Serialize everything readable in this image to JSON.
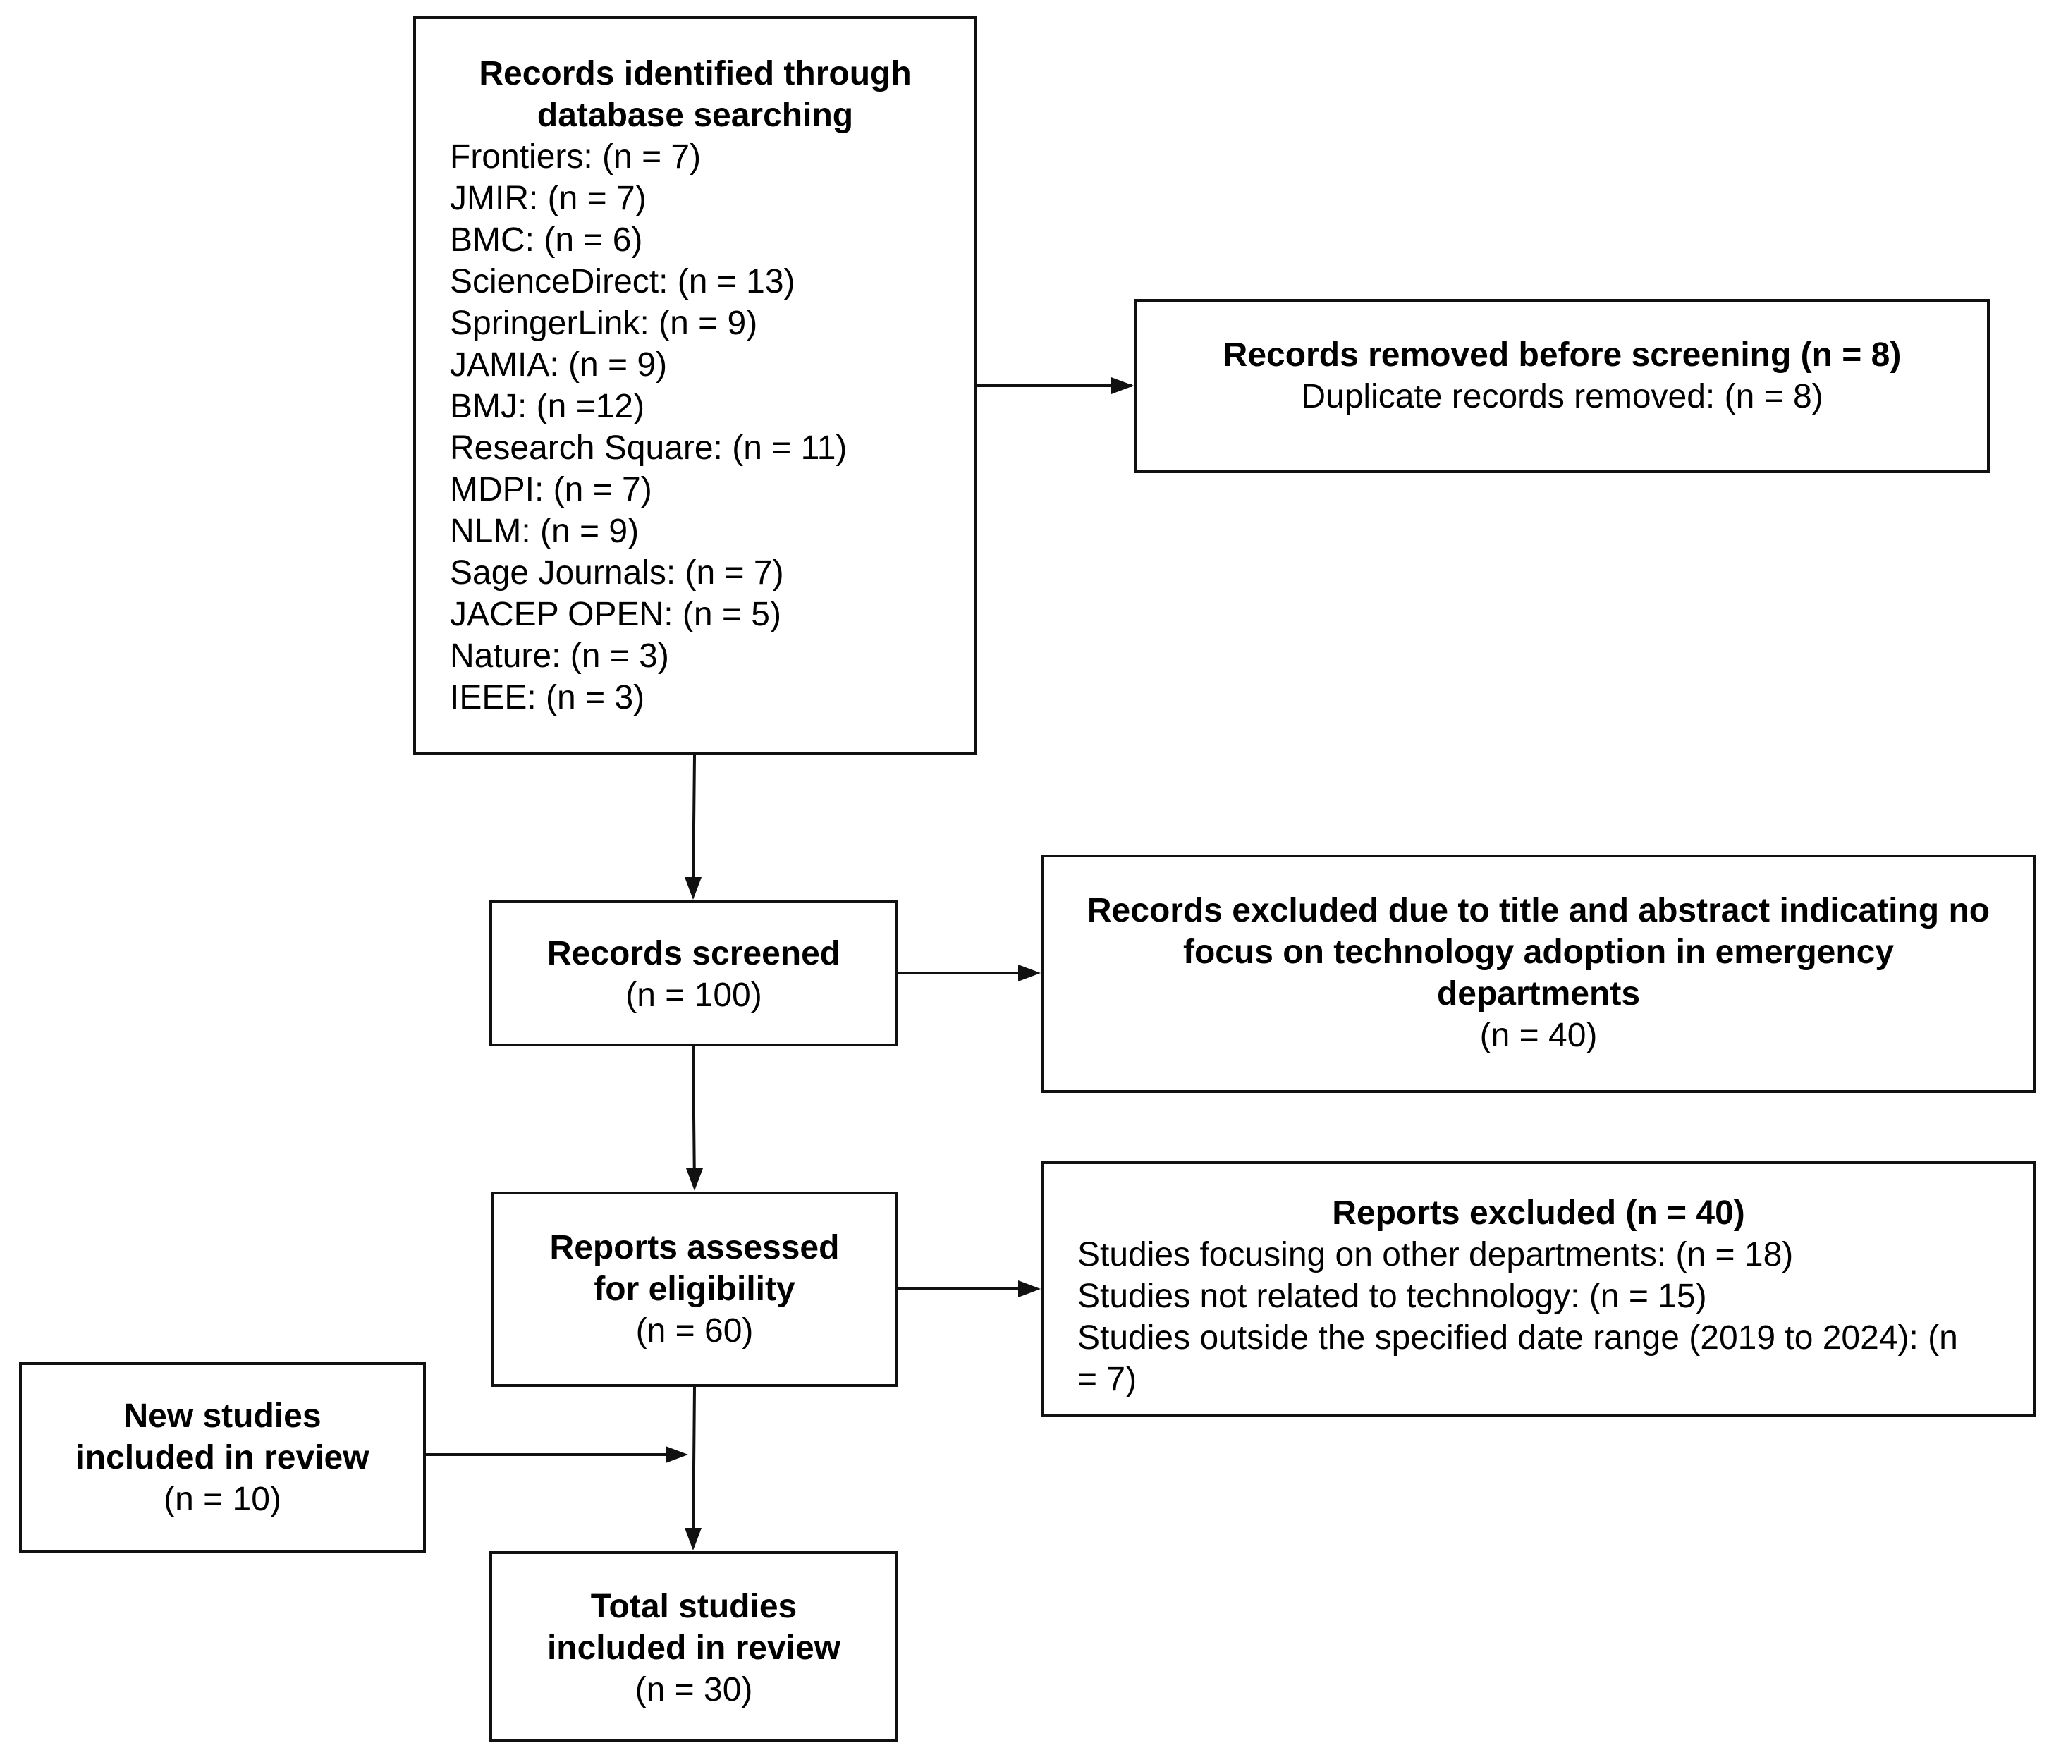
{
  "records_identified": {
    "title_lines": [
      "Records identified through",
      "database searching"
    ],
    "sources": [
      "Frontiers: (n = 7)",
      "JMIR: (n = 7)",
      "BMC: (n = 6)",
      "ScienceDirect: (n = 13)",
      "SpringerLink: (n = 9)",
      "JAMIA: (n = 9)",
      "BMJ: (n =12)",
      "Research Square: (n = 11)",
      "MDPI: (n = 7)",
      "NLM: (n = 9)",
      "Sage Journals: (n = 7)",
      "JACEP OPEN: (n = 5)",
      "Nature: (n = 3)",
      "IEEE: (n = 3)"
    ]
  },
  "records_removed": {
    "title": "Records removed before screening (n = 8)",
    "detail": "Duplicate records removed: (n = 8)"
  },
  "records_screened": {
    "title": "Records screened",
    "count": "(n = 100)"
  },
  "records_excluded": {
    "title_lines": [
      "Records excluded due to title and abstract indicating no",
      "focus on technology adoption in emergency",
      "departments"
    ],
    "count": "(n = 40)"
  },
  "reports_assessed": {
    "title_lines": [
      "Reports assessed",
      "for eligibility"
    ],
    "count": "(n = 60)"
  },
  "reports_excluded": {
    "title": "Reports excluded (n = 40)",
    "reasons": [
      "Studies focusing on other departments: (n = 18)",
      "Studies not related to technology: (n = 15)",
      "Studies outside the specified date range (2019 to 2024): (n",
      "= 7)"
    ]
  },
  "new_studies": {
    "title_lines": [
      "New studies",
      "included in review"
    ],
    "count": "(n = 10)"
  },
  "total_studies": {
    "title_lines": [
      "Total studies",
      "included in review"
    ],
    "count": "(n = 30)"
  }
}
